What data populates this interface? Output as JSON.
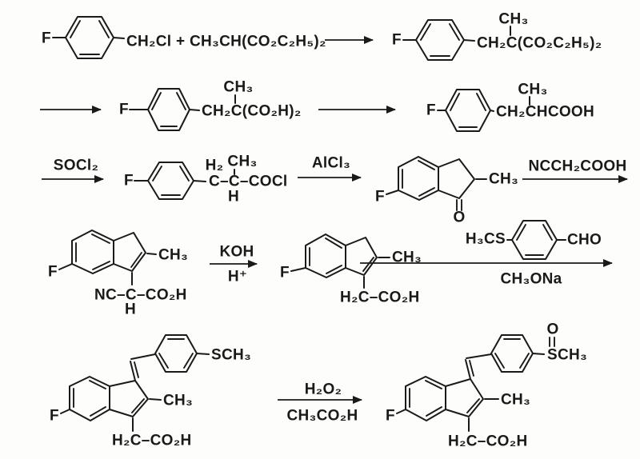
{
  "ink": "#1a1a1a",
  "paper": "#fdfdfb",
  "labels": {
    "F": "F",
    "CH3": "CH₃",
    "O": "O",
    "H": "H",
    "H2": "H₂",
    "SCH3": "SCH₃",
    "CH2CO2H": "H₂C–CO₂H"
  },
  "formulas": {
    "benzyl_chloride_plus_malonate": "CH₂Cl + CH₃CH(CO₂C₂H₅)₂",
    "diester_chain": "CH₂C(CO₂C₂H₅)₂",
    "diacid_chain": "CH₂C(CO₂H)₂",
    "acid_chain": "CH₂CHCOOH",
    "acid_chloride_chain": "C–C–COCl",
    "cyano_chain": "NC–C–CO₂H",
    "thioanisole": "H₃CS",
    "CHO": "CHO"
  },
  "reagents": {
    "SOCl2": "SOCl₂",
    "AlCl3": "AlCl₃",
    "NCCH2COOH": "NCCH₂COOH",
    "KOH": "KOH",
    "H_plus": "H⁺",
    "CH3ONa": "CH₃ONa",
    "H2O2": "H₂O₂",
    "CH3CO2H": "CH₃CO₂H"
  }
}
